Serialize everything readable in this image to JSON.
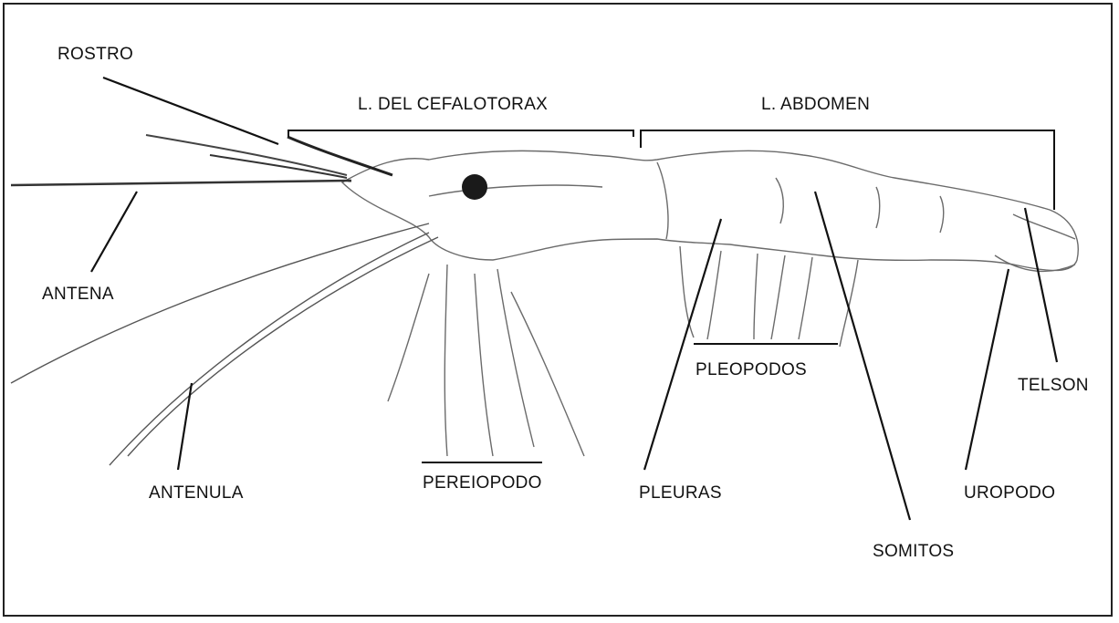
{
  "labels": {
    "rostro": "ROSTRO",
    "cefalotorax": "L. DEL CEFALOTORAX",
    "abdomen": "L. ABDOMEN",
    "antena": "ANTENA",
    "antenula": "ANTENULA",
    "pereiopodo": "PEREIOPODO",
    "pleopodos": "PLEOPODOS",
    "pleuras": "PLEURAS",
    "somitos": "SOMITOS",
    "telson": "TELSON",
    "uropodo": "UROPODO"
  },
  "colors": {
    "line": "#111111",
    "body_outline": "#6b6b6b",
    "eye": "#1a1a1a"
  }
}
